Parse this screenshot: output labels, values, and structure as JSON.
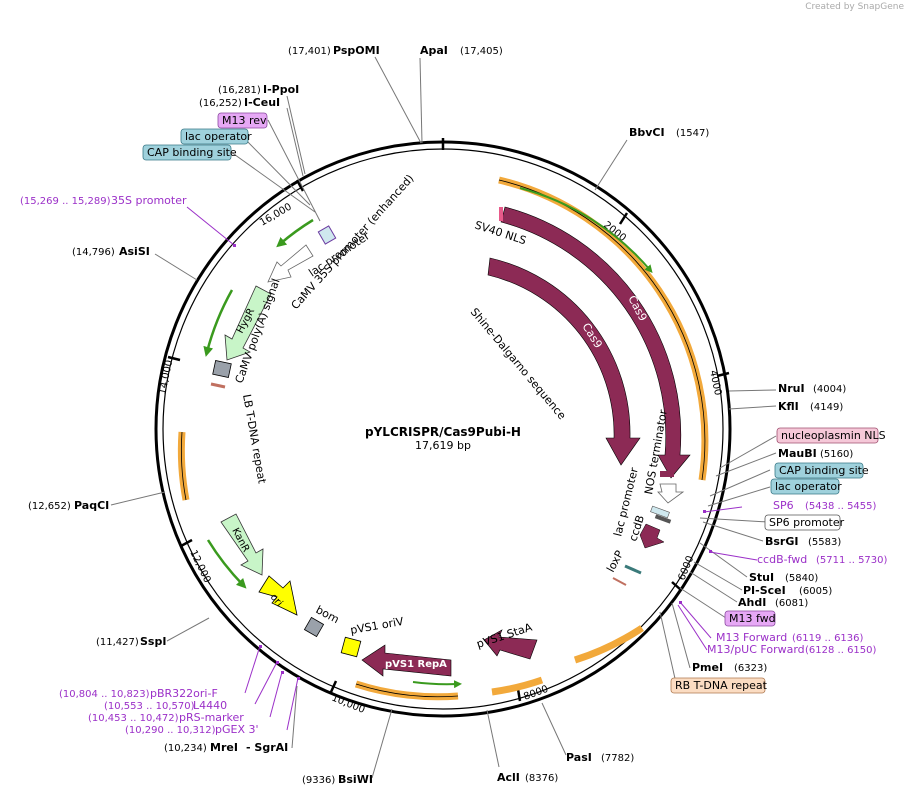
{
  "credit": "Created by SnapGene",
  "plasmid": {
    "name": "pYLCRISPR/Cas9Pubi-H",
    "size": "17,619 bp"
  },
  "ticks": [
    "2000",
    "4000",
    "6000",
    "8000",
    "10,000",
    "12,000",
    "14,000",
    "16,000"
  ],
  "sites": [
    {
      "pos": "(17,401)",
      "name": "PspOMI"
    },
    {
      "pos": "(17,405)",
      "name": "ApaI"
    },
    {
      "pos": "(1547)",
      "name": "BbvCI"
    },
    {
      "pos": "(16,281)",
      "name": "I-PpoI"
    },
    {
      "pos": "(16,252)",
      "name": "I-CeuI"
    },
    {
      "pos": "(14,796)",
      "name": "AsiSI"
    },
    {
      "pos": "(4004)",
      "name": "NruI"
    },
    {
      "pos": "(4149)",
      "name": "KflI"
    },
    {
      "pos": "(5160)",
      "name": "MauBI"
    },
    {
      "pos": "(5583)",
      "name": "BsrGI"
    },
    {
      "pos": "(5840)",
      "name": "StuI"
    },
    {
      "pos": "(6005)",
      "name": "PI-SceI"
    },
    {
      "pos": "(6081)",
      "name": "AhdI"
    },
    {
      "pos": "(6323)",
      "name": "PmeI"
    },
    {
      "pos": "(12,652)",
      "name": "PaqCI"
    },
    {
      "pos": "(11,427)",
      "name": "SspI"
    },
    {
      "pos": "(10,234)",
      "name": "MreI"
    },
    {
      "pos": "",
      "name": "- SgrAI"
    },
    {
      "pos": "(9336)",
      "name": "BsiWI"
    },
    {
      "pos": "(8376)",
      "name": "AclI"
    },
    {
      "pos": "(7782)",
      "name": "PasI"
    }
  ],
  "primers": [
    {
      "range": "(15,269 .. 15,289)",
      "name": "35S promoter"
    },
    {
      "range": "(5438 .. 5455)",
      "name": "SP6"
    },
    {
      "range": "(5711 .. 5730)",
      "name": "ccdB-fwd"
    },
    {
      "range": "(6119 .. 6136)",
      "name": "M13 Forward"
    },
    {
      "range": "(6128 .. 6150)",
      "name": "M13/pUC Forward"
    },
    {
      "range": "(10,804 .. 10,823)",
      "name": "pBR322ori-F"
    },
    {
      "range": "(10,553 .. 10,570)",
      "name": "L4440"
    },
    {
      "range": "(10,453 .. 10,472)",
      "name": "pRS-marker"
    },
    {
      "range": "(10,290 .. 10,312)",
      "name": "pGEX 3'"
    }
  ],
  "boxed_features": [
    {
      "name": "M13 rev",
      "color": "#e6a8f5"
    },
    {
      "name": "lac operator",
      "color": "#9fd1dc"
    },
    {
      "name": "CAP binding site",
      "color": "#9fd1dc"
    },
    {
      "name": "nucleoplasmin NLS",
      "color": "#f5c8d8"
    },
    {
      "name": "CAP binding site",
      "color": "#9fd1dc"
    },
    {
      "name": "lac operator",
      "color": "#9fd1dc"
    },
    {
      "name": "SP6 promoter",
      "color": "#ffffff"
    },
    {
      "name": "M13 fwd",
      "color": "#e6a8f5"
    },
    {
      "name": "RB T-DNA repeat",
      "color": "#fbdcc2"
    }
  ],
  "features": {
    "sv40_nls": "SV40 NLS",
    "cas9": "Cas9",
    "shine_dalgarno": "Shine-Dalgarno sequence",
    "nos_terminator": "NOS terminator",
    "lac_promoter_right": "lac promoter",
    "ccdb": "ccdB",
    "loxp": "loxP",
    "lac_promoter_left": "lac promoter",
    "camv_35s": "CaMV 35S promoter (enhanced)",
    "camv_polya": "CaMV poly(A) signal",
    "hygr": "HygR",
    "lb_tdna": "LB T-DNA repeat",
    "kanr": "KanR",
    "ori": "ori",
    "bom": "bom",
    "pvs1_oriv": "pVS1 oriV",
    "pvs1_repa": "pVS1 RepA",
    "pvs1_staa": "pVS1 StaA"
  },
  "colors": {
    "cas9": "#8c2a55",
    "orf_orange": "#f2a93b",
    "orf_green": "#3a9a1e",
    "marker_green": "#c8f5c8",
    "ori_yellow": "#ffff00",
    "primer_purple": "#9b30c8",
    "grey_box": "#9aa1aa"
  }
}
